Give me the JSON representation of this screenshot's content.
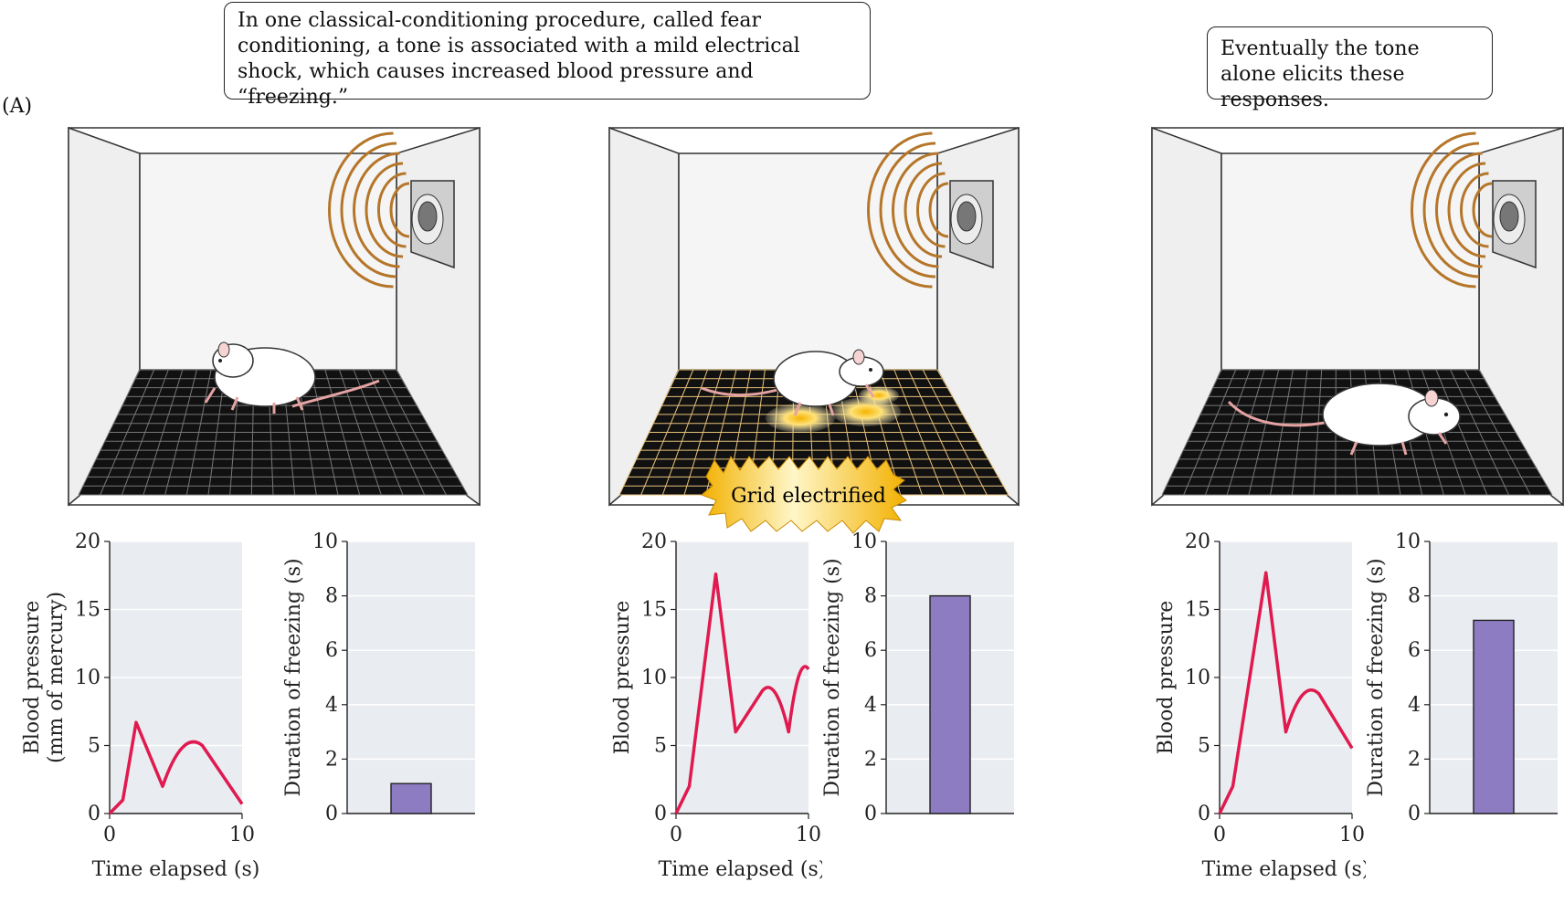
{
  "callouts": {
    "left": "In one classical-conditioning procedure, called fear conditioning, a tone is associated with a mild electrical shock, which causes increased blood pressure and “freezing.”",
    "right": "Eventually the tone alone elicits these responses."
  },
  "panel_label": "(A)",
  "shock_badge": "Grid electrified",
  "colors": {
    "floor": "#111111",
    "grid_normal": "#777777",
    "grid_electrified": "#e8c27a",
    "sound_waves": "#b5762a",
    "bp_line": "#e01a4f",
    "bar_fill": "#8e7cc3",
    "plot_bg": "#e9ecf1"
  },
  "icons": [
    "speaker-icon",
    "rat-icon",
    "shock-spark-icon"
  ],
  "chart_data": [
    {
      "type": "line",
      "x": [
        0,
        1,
        2,
        4,
        7,
        10
      ],
      "y": [
        0,
        1,
        6.7,
        2,
        5,
        0.7
      ],
      "xlabel": "Time elapsed (s)",
      "ylabel": "Blood pressure",
      "ylabel2": "(mm of mercury)",
      "xticks": [
        0,
        10
      ],
      "yticks": [
        0,
        5,
        10,
        15,
        20
      ],
      "xlim": [
        0,
        10
      ],
      "ylim": [
        0,
        20
      ],
      "grid": true
    },
    {
      "type": "bar",
      "values": [
        1.1
      ],
      "ylabel": "Duration of freezing (s)",
      "yticks": [
        0,
        2,
        4,
        6,
        8,
        10
      ],
      "ylim": [
        0,
        10
      ],
      "grid": true
    },
    {
      "type": "line",
      "x": [
        0,
        1,
        3,
        4.5,
        6.5,
        8.5,
        10
      ],
      "y": [
        0,
        2,
        17.6,
        6,
        9,
        6,
        10.6
      ],
      "xlabel": "Time elapsed (s)",
      "ylabel": "Blood pressure",
      "xticks": [
        0,
        10
      ],
      "yticks": [
        0,
        5,
        10,
        15,
        20
      ],
      "xlim": [
        0,
        10
      ],
      "ylim": [
        0,
        20
      ],
      "grid": true
    },
    {
      "type": "bar",
      "values": [
        8
      ],
      "ylabel": "Duration of freezing (s)",
      "yticks": [
        0,
        2,
        4,
        6,
        8,
        10
      ],
      "ylim": [
        0,
        10
      ],
      "grid": true
    },
    {
      "type": "line",
      "x": [
        0,
        1,
        3.5,
        5,
        7.5,
        10
      ],
      "y": [
        0,
        2,
        17.7,
        6,
        8.8,
        4.8
      ],
      "xlabel": "Time elapsed (s)",
      "ylabel": "Blood pressure",
      "xticks": [
        0,
        10
      ],
      "yticks": [
        0,
        5,
        10,
        15,
        20
      ],
      "xlim": [
        0,
        10
      ],
      "ylim": [
        0,
        20
      ],
      "grid": true
    },
    {
      "type": "bar",
      "values": [
        7.1
      ],
      "ylabel": "Duration of freezing (s)",
      "yticks": [
        0,
        2,
        4,
        6,
        8,
        10
      ],
      "ylim": [
        0,
        10
      ],
      "grid": true
    }
  ]
}
